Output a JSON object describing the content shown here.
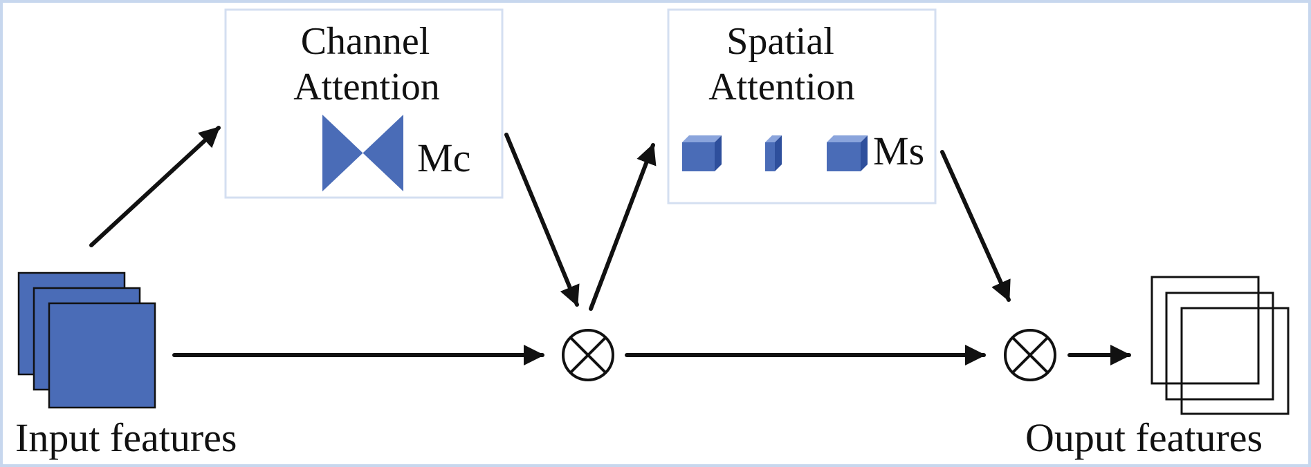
{
  "channel_attention": {
    "title_line1": "Channel",
    "title_line2": "Attention",
    "map_label": "Mc"
  },
  "spatial_attention": {
    "title_line1": "Spatial",
    "title_line2": "Attention",
    "map_label": "Ms"
  },
  "input": {
    "label": "Input features"
  },
  "output": {
    "label": "Ouput features"
  },
  "colors": {
    "feature_fill": "#4a6cb7",
    "feature_side": "#2e4f9c",
    "feature_top": "#8aa4dc",
    "panel_border": "#d4dff1",
    "frame_border": "#c7d7ee",
    "ink": "#111111"
  },
  "icons": {
    "multiply": "circled-times-icon",
    "arrow": "arrow-icon"
  }
}
